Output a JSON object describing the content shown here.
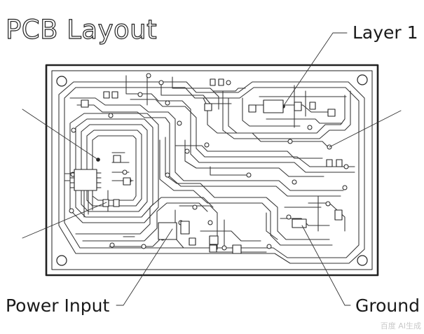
{
  "title": "PCB Layout",
  "callouts": {
    "layer1": "Layer 1",
    "power_input": "Power Input",
    "ground": "Ground"
  },
  "watermark": "百度 AI生成"
}
